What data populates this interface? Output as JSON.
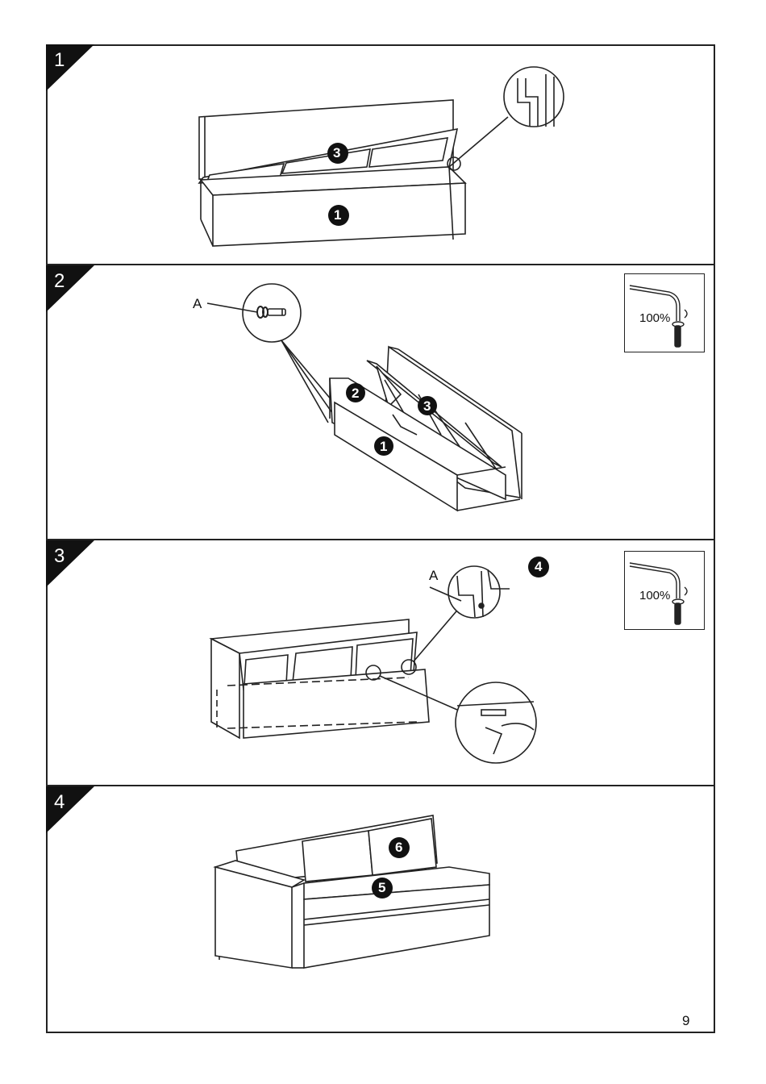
{
  "page": {
    "number": "9"
  },
  "steps": [
    {
      "number": "1",
      "callouts": [
        "3",
        "1"
      ]
    },
    {
      "number": "2",
      "part_label": "A",
      "callouts": [
        "2",
        "3",
        "1"
      ],
      "tool_percent": "100%"
    },
    {
      "number": "3",
      "part_label": "A",
      "callouts": [
        "4"
      ],
      "tool_percent": "100%"
    },
    {
      "number": "4",
      "callouts": [
        "6",
        "5"
      ]
    }
  ],
  "icons": {
    "tool": "allen-key-icon",
    "hardware": "bolt-with-washer-icon"
  }
}
